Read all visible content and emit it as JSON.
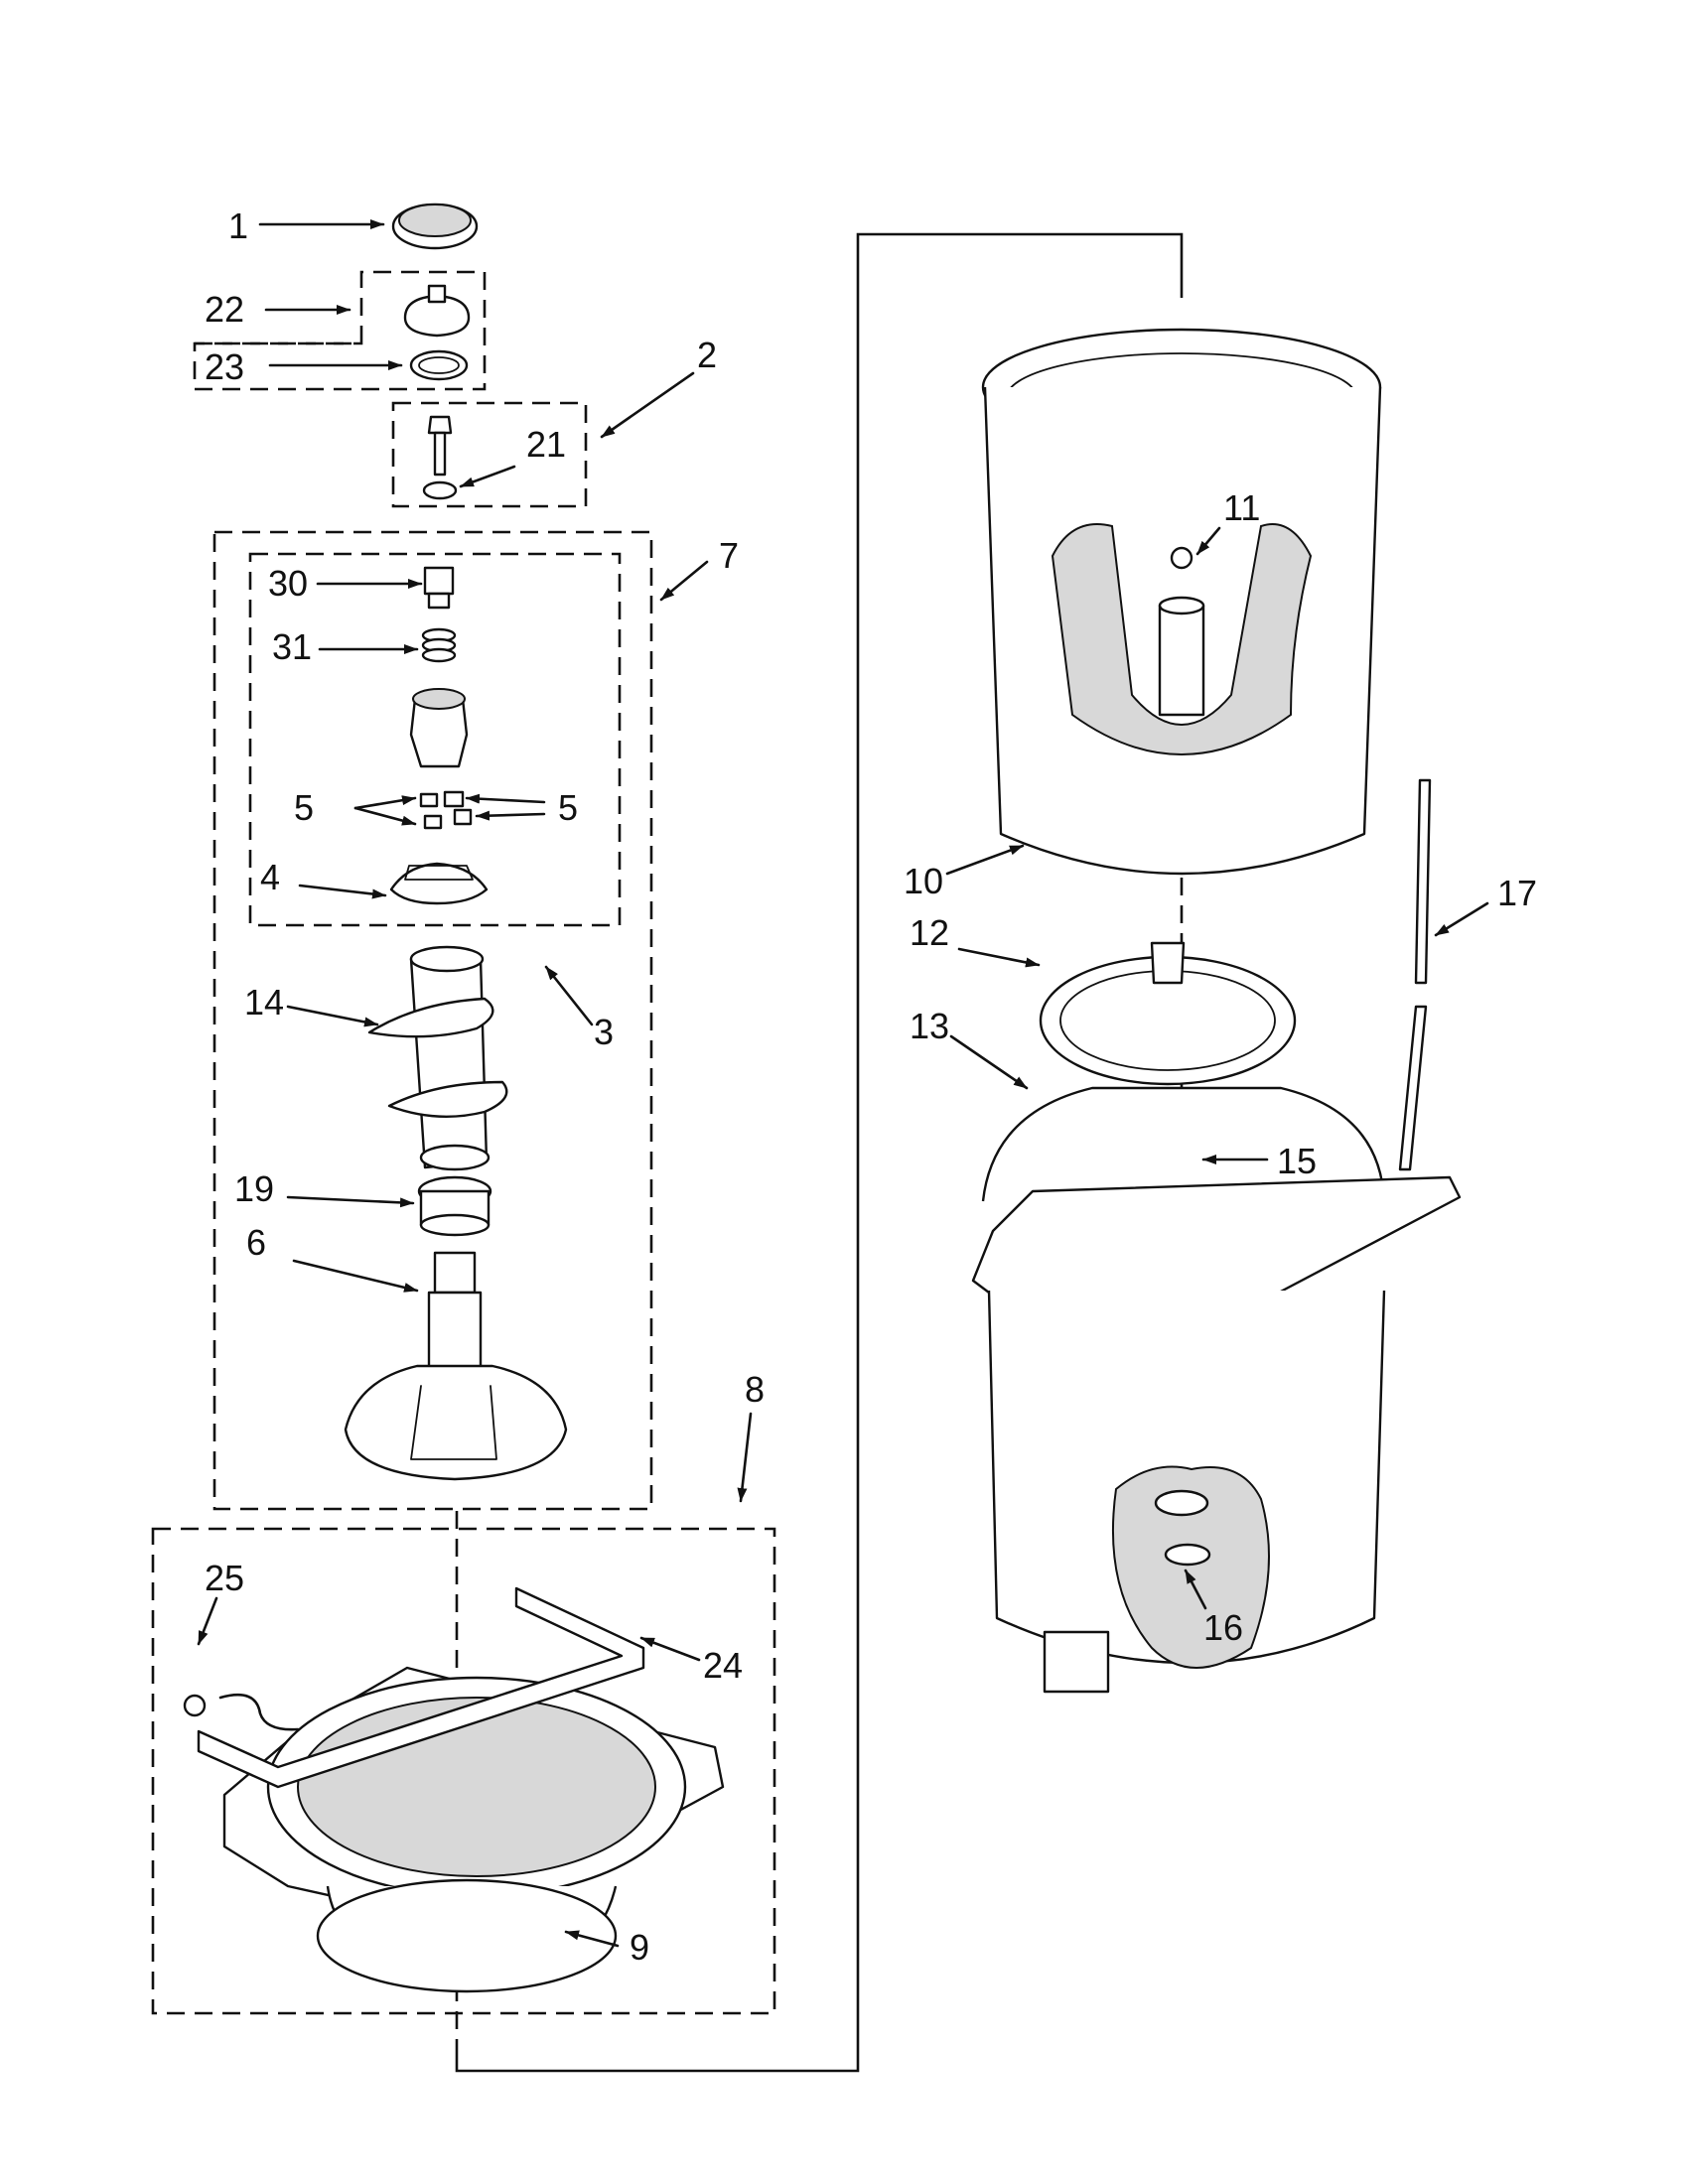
{
  "diagram": {
    "callouts": [
      {
        "id": "c1",
        "text": "1"
      },
      {
        "id": "c2",
        "text": "2"
      },
      {
        "id": "c3",
        "text": "3"
      },
      {
        "id": "c4",
        "text": "4"
      },
      {
        "id": "c5a",
        "text": "5"
      },
      {
        "id": "c5b",
        "text": "5"
      },
      {
        "id": "c6",
        "text": "6"
      },
      {
        "id": "c7",
        "text": "7"
      },
      {
        "id": "c8",
        "text": "8"
      },
      {
        "id": "c9",
        "text": "9"
      },
      {
        "id": "c10",
        "text": "10"
      },
      {
        "id": "c11",
        "text": "11"
      },
      {
        "id": "c12",
        "text": "12"
      },
      {
        "id": "c13",
        "text": "13"
      },
      {
        "id": "c14",
        "text": "14"
      },
      {
        "id": "c15",
        "text": "15"
      },
      {
        "id": "c16",
        "text": "16"
      },
      {
        "id": "c17",
        "text": "17"
      },
      {
        "id": "c19",
        "text": "19"
      },
      {
        "id": "c21",
        "text": "21"
      },
      {
        "id": "c22",
        "text": "22"
      },
      {
        "id": "c23",
        "text": "23"
      },
      {
        "id": "c24",
        "text": "24"
      },
      {
        "id": "c25",
        "text": "25"
      },
      {
        "id": "c30",
        "text": "30"
      },
      {
        "id": "c31",
        "text": "31"
      }
    ]
  }
}
